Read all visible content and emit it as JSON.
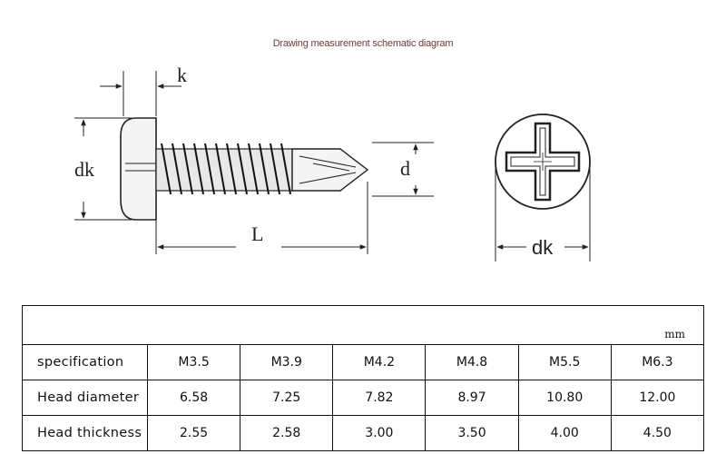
{
  "title": "Drawing measurement schematic diagram",
  "labels": {
    "k": "k",
    "dk_side": "dk",
    "d": "d",
    "L": "L",
    "dk_top": "dk"
  },
  "table": {
    "unit": "mm",
    "rows": [
      {
        "label": "specification",
        "values": [
          "M3.5",
          "M3.9",
          "M4.2",
          "M4.8",
          "M5.5",
          "M6.3"
        ]
      },
      {
        "label": "Head diameter",
        "values": [
          "6.58",
          "7.25",
          "7.82",
          "8.97",
          "10.80",
          "12.00"
        ]
      },
      {
        "label": "Head thickness",
        "values": [
          "2.55",
          "2.58",
          "3.00",
          "3.50",
          "4.00",
          "4.50"
        ]
      }
    ]
  }
}
